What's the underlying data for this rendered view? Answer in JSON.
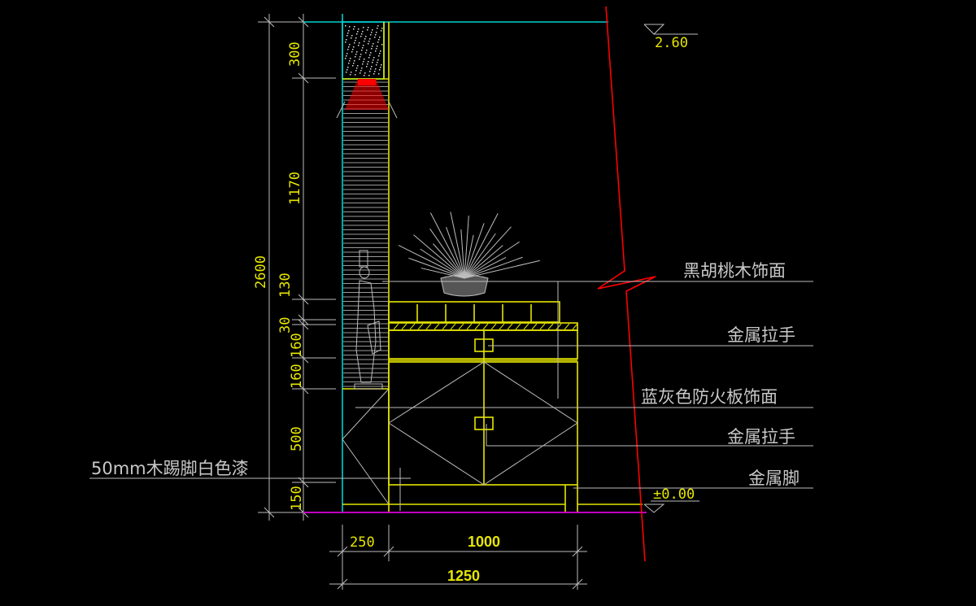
{
  "drawing": {
    "vertical_dimensions": {
      "total": "2600",
      "segments": [
        "300",
        "1170",
        "130",
        "30",
        "160",
        "160",
        "500",
        "150"
      ]
    },
    "horizontal_dimensions": {
      "left": "250",
      "middle": "1000",
      "total": "1250"
    },
    "level_marks": {
      "top": "2.60",
      "floor": "±0.00"
    },
    "annotations": {
      "walnut_veneer": "黑胡桃木饰面",
      "metal_handle_1": "金属拉手",
      "fireproof_board": "蓝灰色防火板饰面",
      "metal_handle_2": "金属拉手",
      "metal_feet": "金属脚",
      "skirting": "50mm木踢脚白色漆"
    },
    "colors": {
      "dimension": "#e6e600",
      "wall": "#00d0d0",
      "break_line": "#ff0000",
      "floor": "#c000c0",
      "leader": "#bdbdbd"
    }
  }
}
